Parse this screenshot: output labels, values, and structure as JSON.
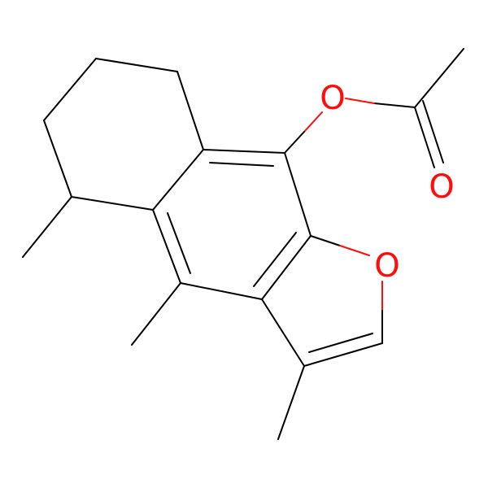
{
  "molecule": {
    "atom_labels": {
      "ester_oxygen": "O",
      "carbonyl_oxygen": "O",
      "furan_oxygen": "O"
    }
  },
  "colors": {
    "bond": "#000000",
    "oxygen": "#ff0d0d",
    "background": "#ffffff"
  }
}
